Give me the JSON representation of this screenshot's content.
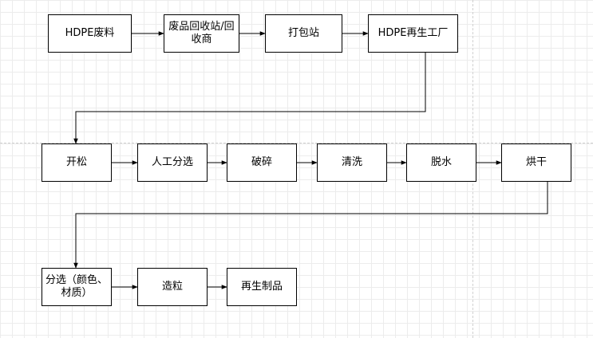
{
  "nodes": [
    {
      "id": "hdpe-waste",
      "label": "HDPE废料"
    },
    {
      "id": "recycle-station",
      "label": "废品回收站/回收商"
    },
    {
      "id": "packing-station",
      "label": "打包站"
    },
    {
      "id": "recycling-plant",
      "label": "HDPE再生工厂"
    },
    {
      "id": "loosen",
      "label": "开松"
    },
    {
      "id": "manual-sort",
      "label": "人工分选"
    },
    {
      "id": "crush",
      "label": "破碎"
    },
    {
      "id": "wash",
      "label": "清洗"
    },
    {
      "id": "dewater",
      "label": "脱水"
    },
    {
      "id": "dry",
      "label": "烘干"
    },
    {
      "id": "color-sort",
      "label": "分选（颜色、材质）"
    },
    {
      "id": "pelletize",
      "label": "造粒"
    },
    {
      "id": "products",
      "label": "再生制品"
    }
  ],
  "edges": [
    {
      "from": "hdpe-waste",
      "to": "recycle-station"
    },
    {
      "from": "recycle-station",
      "to": "packing-station"
    },
    {
      "from": "packing-station",
      "to": "recycling-plant"
    },
    {
      "from": "recycling-plant",
      "to": "loosen"
    },
    {
      "from": "loosen",
      "to": "manual-sort"
    },
    {
      "from": "manual-sort",
      "to": "crush"
    },
    {
      "from": "crush",
      "to": "wash"
    },
    {
      "from": "wash",
      "to": "dewater"
    },
    {
      "from": "dewater",
      "to": "dry"
    },
    {
      "from": "dry",
      "to": "color-sort"
    },
    {
      "from": "color-sort",
      "to": "pelletize"
    },
    {
      "from": "pelletize",
      "to": "products"
    }
  ],
  "colors": {
    "line": "#000000",
    "box_border": "#000000",
    "box_fill": "#ffffff",
    "grid": "#ececec"
  }
}
